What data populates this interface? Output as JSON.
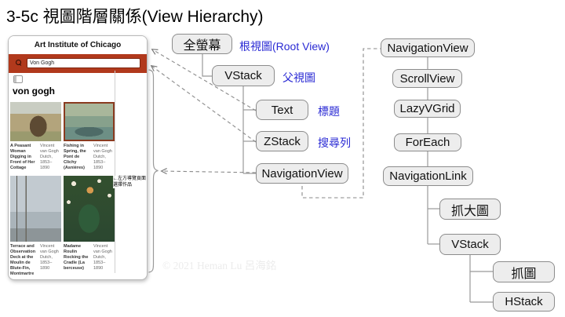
{
  "title": "3-5c 視圖階層關係(View Hierarchy)",
  "watermark": "© 2021 Heman Lu 呂海銘",
  "colors": {
    "accent_red": "#b1391c",
    "annotation_blue": "#2a2ad4",
    "node_fill": "#ededed",
    "node_border": "#8c8c8c",
    "connector_gray": "#999999"
  },
  "phone": {
    "header": "Art Institute of Chicago",
    "search": {
      "value": "Von Gogh",
      "icon": "search-icon"
    },
    "section_heading": "von gogh",
    "annotation": {
      "line1": "←左方導覽頁面",
      "line2": "選擇作品"
    },
    "artworks": [
      {
        "title": "A Peasant Woman Digging in Front of Her Cottage",
        "artist": "Vincent van Gogh Dutch, 1853–1890"
      },
      {
        "title": "Fishing in Spring, the Pont de Clichy (Asnières)",
        "artist": "Vincent van Gogh Dutch, 1853–1890"
      },
      {
        "title": "Terrace and Observation Deck at the Moulin de Blute-Fin, Montmartre",
        "artist": "Vincent van Gogh Dutch, 1853–1890"
      },
      {
        "title": "Madame Roulin Rocking the Cradle (La berceuse)",
        "artist": "Vincent van Gogh Dutch, 1853–1890"
      }
    ]
  },
  "left_tree": {
    "nodes": {
      "fullscreen": "全螢幕",
      "vstack": "VStack",
      "text": "Text",
      "zstack": "ZStack",
      "navigationview": "NavigationView"
    },
    "annotations": {
      "root": "根視圖(Root View)",
      "parent": "父視圖",
      "title": "標題",
      "searchbar": "搜尋列"
    }
  },
  "right_tree": {
    "nodes": {
      "navigationview": "NavigationView",
      "scrollview": "ScrollView",
      "lazyvgrid": "LazyVGrid",
      "foreach": "ForEach",
      "navigationlink": "NavigationLink",
      "grab_large": "抓大圖",
      "vstack": "VStack",
      "grab": "抓圖",
      "hstack": "HStack"
    }
  }
}
